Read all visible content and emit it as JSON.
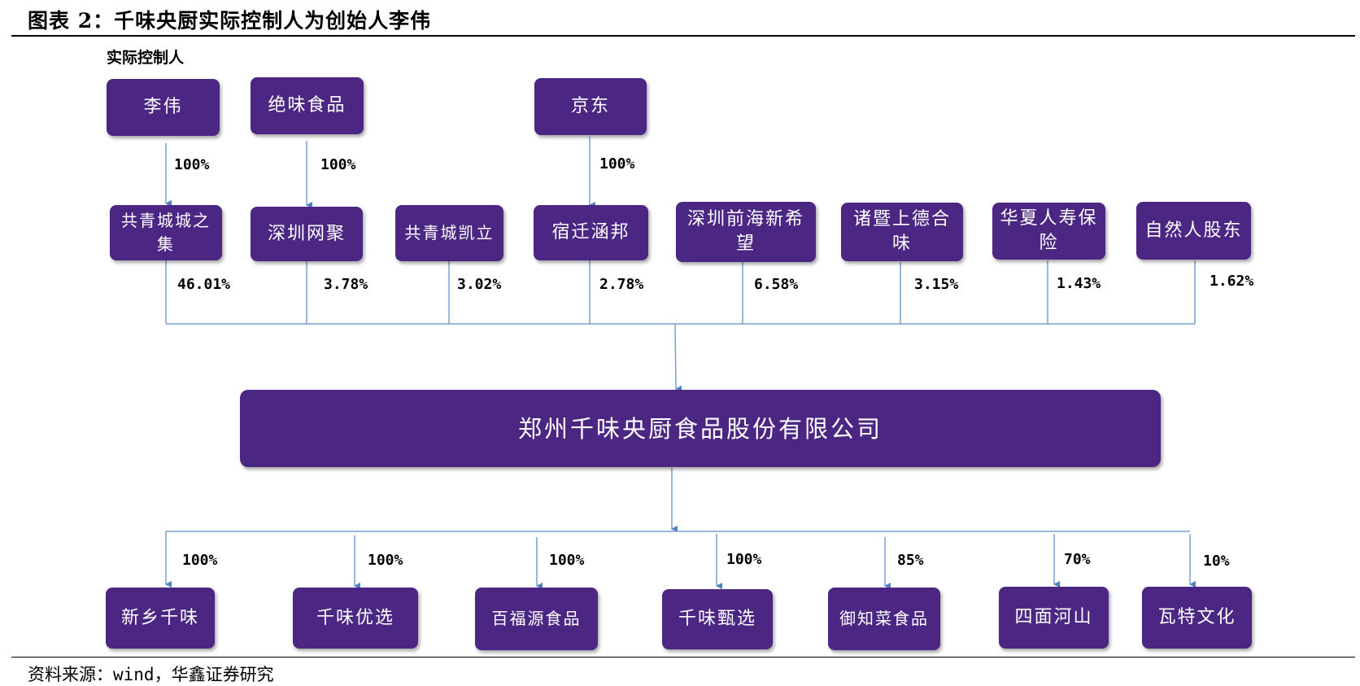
{
  "header": {
    "title": "图表 2：千味央厨实际控制人为创始人李伟",
    "section_label": "实际控制人"
  },
  "footer": {
    "source": "资料来源：wind，华鑫证券研究"
  },
  "diagram": {
    "top_owners": [
      {
        "name": "李伟",
        "pct": "100%"
      },
      {
        "name": "绝味食品",
        "pct": "100%"
      },
      {
        "name": "京东",
        "pct": "100%"
      }
    ],
    "shareholders": [
      {
        "name": "共青城城之集",
        "pct": "46.01%"
      },
      {
        "name": "深圳网聚",
        "pct": "3.78%"
      },
      {
        "name": "共青城凯立",
        "pct": "3.02%"
      },
      {
        "name": "宿迁涵邦",
        "pct": "2.78%"
      },
      {
        "name": "深圳前海新希望",
        "pct": "6.58%"
      },
      {
        "name": "诸暨上德合味",
        "pct": "3.15%"
      },
      {
        "name": "华夏人寿保险",
        "pct": "1.43%"
      },
      {
        "name": "自然人股东",
        "pct": "1.62%"
      }
    ],
    "company": {
      "name": "郑州千味央厨食品股份有限公司"
    },
    "subsidiaries": [
      {
        "name": "新乡千味",
        "pct": "100%"
      },
      {
        "name": "千味优选",
        "pct": "100%"
      },
      {
        "name": "百福源食品",
        "pct": "100%"
      },
      {
        "name": "千味甄选",
        "pct": "100%"
      },
      {
        "name": "御知菜食品",
        "pct": "85%"
      },
      {
        "name": "四面河山",
        "pct": "70%"
      },
      {
        "name": "瓦特文化",
        "pct": "10%"
      }
    ],
    "colors": {
      "box_fill": "#4b2682",
      "box_text": "#ffffff",
      "connector": "#7b9fd1"
    }
  }
}
